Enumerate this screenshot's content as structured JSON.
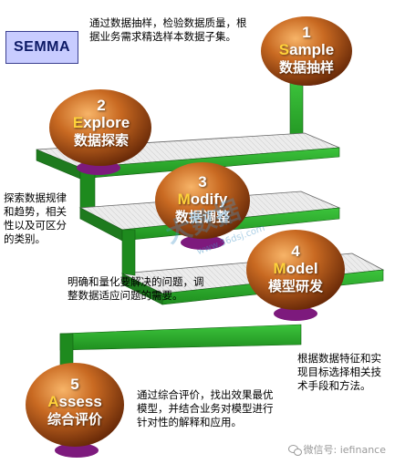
{
  "title": "SEMMA",
  "steps": [
    {
      "number": "1",
      "first_letter": "S",
      "rest": "ample",
      "chinese": "数据抽样",
      "description": "通过数据抽样，检验数据质量，根据业务需求精选样本数据子集。"
    },
    {
      "number": "2",
      "first_letter": "E",
      "rest": "xplore",
      "chinese": "数据探索",
      "description": "探索数据规律和趋势，相关性以及可区分的类别。"
    },
    {
      "number": "3",
      "first_letter": "M",
      "rest": "odify",
      "chinese": "数据调整",
      "description": "明确和量化要解决的问题，调整数据适应问题的需要。"
    },
    {
      "number": "4",
      "first_letter": "M",
      "rest": "odel",
      "chinese": "模型研发",
      "description": "根据数据特征和实现目标选择相关技术手段和方法。"
    },
    {
      "number": "5",
      "first_letter": "A",
      "rest": "ssess",
      "chinese": "综合评价",
      "description": "通过综合评价，找出效果最优模型，并结合业务对模型进行针对性的解释和应用。"
    }
  ],
  "watermark": {
    "text": "大数据",
    "url": "www.36dsj.com"
  },
  "footer": {
    "text": "微信号: iefinance"
  },
  "colors": {
    "ball": "#c0621b",
    "ball_highlight": "#f3a35a",
    "ball_shadow": "#5a2208",
    "base": "#7d1a7d",
    "step_top": "#e6e6e6",
    "step_side": "#2bb02b",
    "semma_box": "#c8ccff"
  }
}
